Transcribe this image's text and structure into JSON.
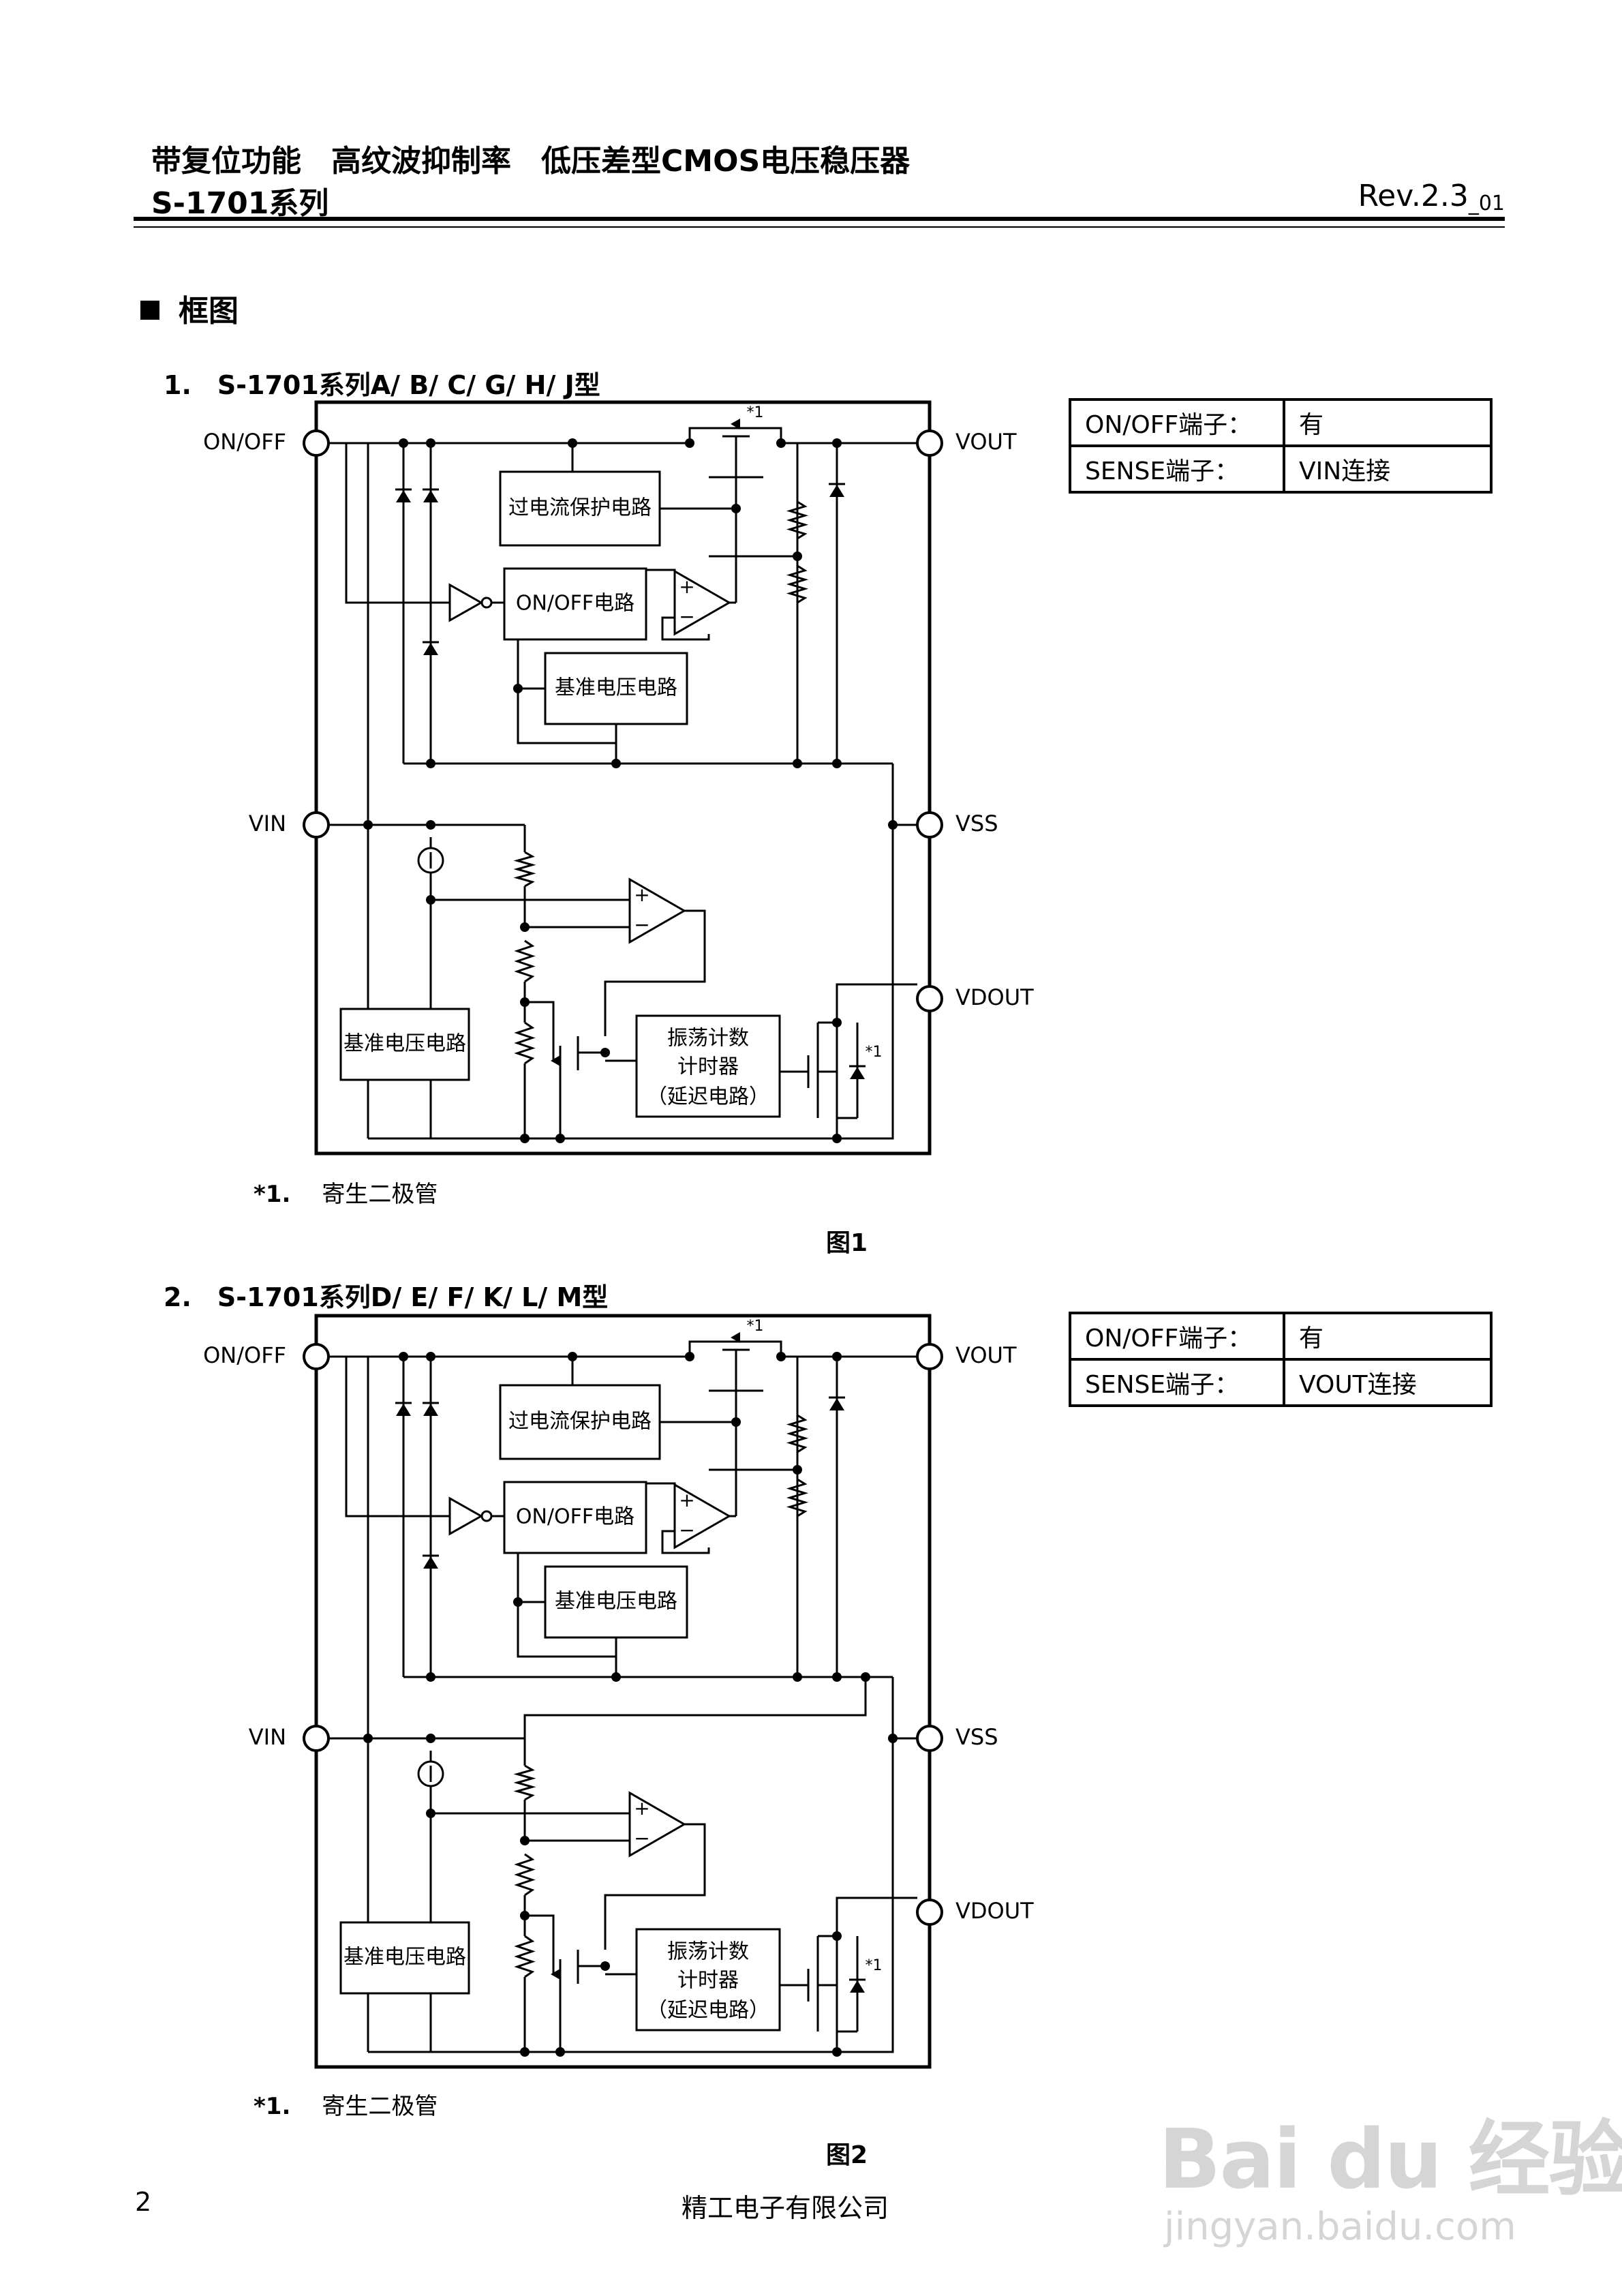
{
  "header": {
    "title": "带复位功能　高纹波抑制率　低压差型CMOS电压稳压器",
    "series": "S-1701系列",
    "rev_main": "Rev.2.3",
    "rev_sub": "_01"
  },
  "section_title": "框图",
  "subsections": [
    {
      "heading": "1.　S-1701系列A/ B/ C/ G/ H/ J型",
      "caption": "图1",
      "footnote_mark": "*1.",
      "footnote_text": "寄生二极管",
      "table": [
        {
          "key": "ON/OFF端子：",
          "value": "有"
        },
        {
          "key": "SENSE端子：",
          "value": "VIN连接"
        }
      ]
    },
    {
      "heading": "2.　S-1701系列D/ E/ F/ K/ L/ M型",
      "caption": "图2",
      "footnote_mark": "*1.",
      "footnote_text": "寄生二极管",
      "table": [
        {
          "key": "ON/OFF端子：",
          "value": "有"
        },
        {
          "key": "SENSE端子：",
          "value": "VOUT连接"
        }
      ]
    }
  ],
  "diagram": {
    "pins": {
      "onoff": "ON/OFF",
      "vout": "VOUT",
      "vin": "VIN",
      "vss": "VSS",
      "vdout": "VDOUT"
    },
    "blocks": {
      "overcurrent": "过电流保护电路",
      "onoff_circuit": "ON/OFF电路",
      "reference": "基准电压电路",
      "timer_line1": "振荡计数",
      "timer_line2": "计时器",
      "timer_line3": "（延迟电路）"
    },
    "mark": "*1",
    "opamp_plus": "+",
    "opamp_minus": "−"
  },
  "footer": {
    "page": "2",
    "company": "精工电子有限公司"
  },
  "watermark": {
    "brand": "Bai du 经验",
    "url": "jingyan.baidu.com"
  }
}
